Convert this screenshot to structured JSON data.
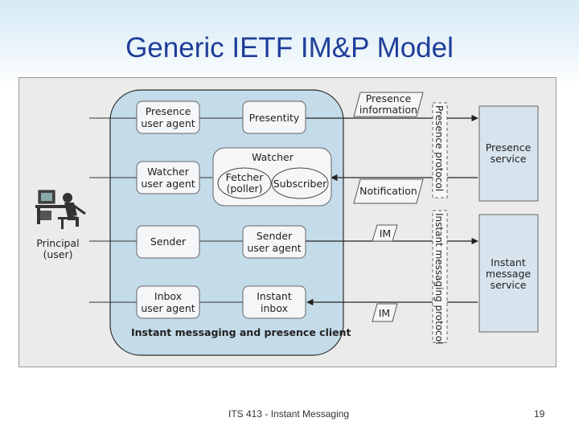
{
  "title": "Generic IETF IM&P Model",
  "diagram": {
    "principal": {
      "line1": "Principal",
      "line2": "(user)"
    },
    "client_label": "Instant messaging and presence client",
    "presence_user_agent": {
      "line1": "Presence",
      "line2": "user agent"
    },
    "presentity": "Presentity",
    "watcher_user_agent": {
      "line1": "Watcher",
      "line2": "user agent"
    },
    "watcher": "Watcher",
    "fetcher": {
      "line1": "Fetcher",
      "line2": "(poller)"
    },
    "subscriber": "Subscriber",
    "sender": "Sender",
    "sender_user_agent": {
      "line1": "Sender",
      "line2": "user agent"
    },
    "inbox_user_agent": {
      "line1": "Inbox",
      "line2": "user agent"
    },
    "instant_inbox": {
      "line1": "Instant",
      "line2": "inbox"
    },
    "presence_information": {
      "line1": "Presence",
      "line2": "information"
    },
    "notification": "Notification",
    "im_out": "IM",
    "im_in": "IM",
    "presence_protocol": "Presence protocol",
    "im_protocol": "Instant messaging protocol",
    "presence_service": {
      "line1": "Presence",
      "line2": "service"
    },
    "im_service": {
      "line1": "Instant",
      "line2": "message",
      "line3": "service"
    }
  },
  "footer": {
    "course": "ITS 413 - Instant Messaging",
    "page_number": "19"
  }
}
